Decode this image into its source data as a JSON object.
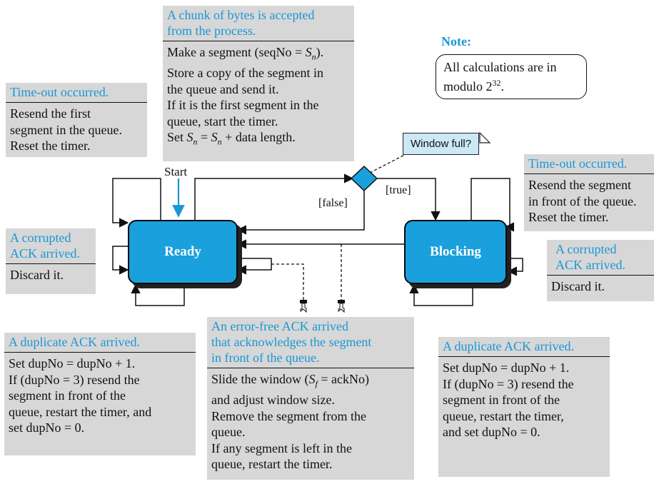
{
  "top_box": {
    "condition": [
      "A chunk of bytes is accepted",
      "from the process."
    ],
    "actions_intro": "Make a segment (seqNo = ",
    "actions_sn": "S",
    "actions_sub": "n",
    "actions_close": ").",
    "actions": [
      "Store a copy of the segment in",
      "the queue and send it.",
      "If it is the first segment in the",
      "queue, start the timer."
    ],
    "set_prefix": "Set ",
    "set_mid": " = ",
    "set_suffix": " + data length."
  },
  "note": {
    "title": "Note:",
    "text_1": "All calculations are in",
    "text_2": "modulo 2",
    "text_exp": "32",
    "text_end": "."
  },
  "timeout_left": {
    "condition": "Time-out occurred.",
    "actions": [
      "Resend the first",
      "segment in the queue.",
      "Reset the timer."
    ]
  },
  "window_full": "Window full?",
  "start_label": "Start",
  "false_label": "[false]",
  "true_label": "[true]",
  "timeout_right": {
    "condition": "Time-out occurred.",
    "actions": [
      "Resend the segment",
      "in front of the queue.",
      "Reset the timer."
    ]
  },
  "corrupt_left": {
    "condition": [
      "A corrupted",
      "ACK arrived."
    ],
    "action": "Discard it."
  },
  "corrupt_right": {
    "condition": [
      "A corrupted",
      "ACK arrived."
    ],
    "action": "Discard it."
  },
  "states": {
    "ready": "Ready",
    "blocking": "Blocking"
  },
  "dup_left": {
    "condition": "A duplicate ACK arrived.",
    "actions": [
      "Set dupNo = dupNo + 1.",
      "If (dupNo = 3) resend the",
      "segment in front of the",
      "queue, restart the timer, and",
      "set dupNo = 0."
    ]
  },
  "dup_right": {
    "condition": "A duplicate ACK arrived.",
    "actions": [
      "Set dupNo = dupNo + 1.",
      "If (dupNo = 3) resend the",
      "segment in front of the",
      "queue, restart the timer,",
      "and set dupNo = 0."
    ]
  },
  "errfree": {
    "condition": [
      "An error-free ACK arrived",
      "that acknowledges the segment",
      "in front of the queue."
    ],
    "slide_prefix": "Slide the window (",
    "slide_s": "S",
    "slide_sub": "f",
    "slide_suffix": " = ackNo)",
    "actions": [
      "and adjust window size.",
      "Remove the segment from the",
      "queue.",
      "If any segment is left in the",
      "queue, restart the timer."
    ]
  },
  "colors": {
    "accent": "#1a97d6",
    "state_fill": "#1aa0dc",
    "box_fill": "#d7d7d7"
  }
}
